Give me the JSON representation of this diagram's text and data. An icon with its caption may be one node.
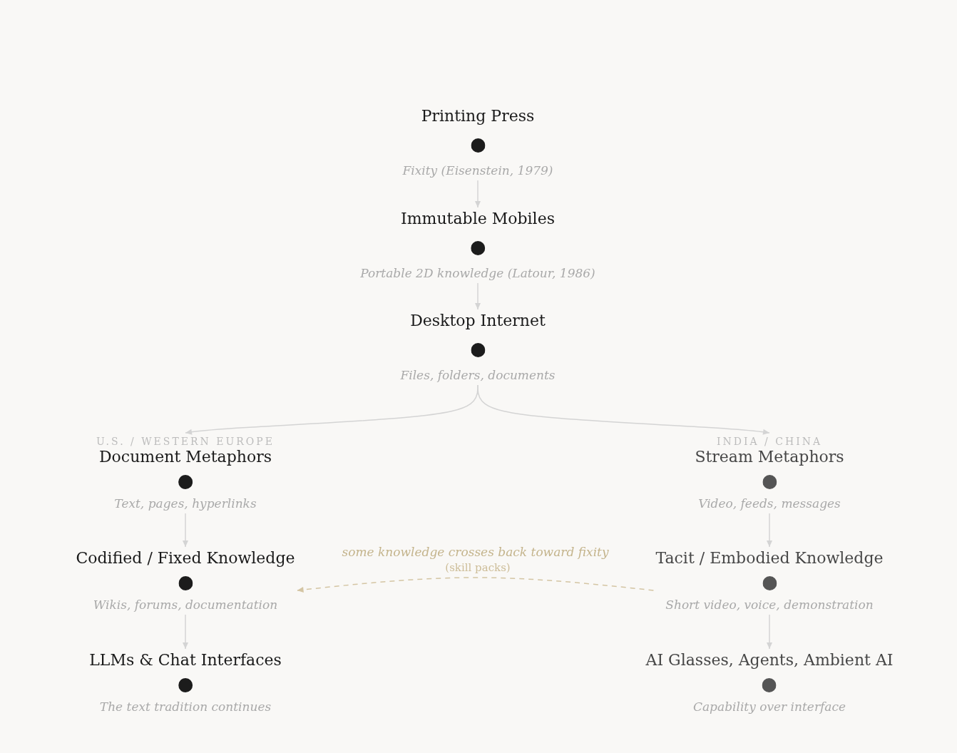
{
  "diagram": {
    "nodes": [
      {
        "text": [
          "Printing Press"
        ],
        "beside": [
          "Fixity (Eisenstein, 1979)"
        ]
      },
      {
        "text": [
          "Immutable Mobiles"
        ],
        "beside": [
          "Portable 2D knowledge (Latour, 1986)"
        ]
      },
      {
        "text": [
          "Desktop Internet"
        ],
        "beside": [
          "Files, folders, documents"
        ]
      },
      {
        "text": [
          "U.S. / WESTERN EUROPE",
          "Document Metaphors"
        ],
        "beside": [
          "Text, pages, hyperlinks"
        ]
      },
      {
        "text": [
          "Codified / Fixed Knowledge"
        ],
        "beside": [
          "Wikis, forums, documentation"
        ]
      },
      {
        "text": [
          "LLMs & Chat Interfaces"
        ],
        "beside": [
          "The text tradition continues"
        ]
      },
      {
        "text": [
          "INDIA / CHINA",
          "Stream Metaphors"
        ],
        "beside": [
          "Video, feeds, messages"
        ]
      },
      {
        "text": [
          "Tacit / Embodied Knowledge"
        ],
        "beside": [
          "Short video, voice, demonstration"
        ]
      },
      {
        "text": [
          "AI Glasses, Agents, Ambient AI"
        ],
        "beside": [
          "Capability over interface"
        ]
      }
    ],
    "edges": [
      {
        "from": 0,
        "to": 1,
        "arrow": "to"
      },
      {
        "from": 1,
        "to": 2,
        "arrow": "to"
      },
      {
        "from": 2,
        "to": 3,
        "arrow": "to"
      },
      {
        "from": 2,
        "to": 6,
        "arrow": "to"
      },
      {
        "from": 3,
        "to": 4,
        "arrow": "to"
      },
      {
        "from": 4,
        "to": 5,
        "arrow": "to"
      },
      {
        "from": 6,
        "to": 7,
        "arrow": "to"
      },
      {
        "from": 7,
        "to": 8,
        "arrow": "to"
      },
      {
        "from": 7,
        "to": 4,
        "arrow": "to",
        "label": "some knowledge crosses back toward fixity",
        "style": "dashed",
        "color": "#d4c5a3"
      }
    ],
    "labels": [
      "(skill packs)"
    ]
  }
}
